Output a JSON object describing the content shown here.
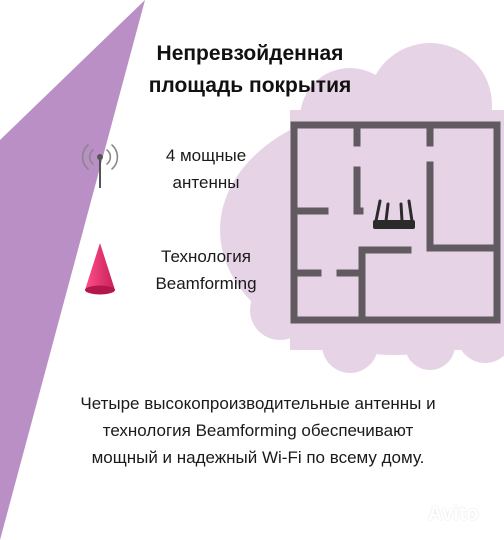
{
  "title": {
    "line1": "Непревзойденная",
    "line2": "площадь покрытия"
  },
  "features": [
    {
      "line1": "4 мощные",
      "line2": "антенны",
      "icon": "antenna-icon"
    },
    {
      "line1": "Технология",
      "line2": "Beamforming",
      "icon": "beamforming-cone-icon"
    }
  ],
  "description": {
    "line1": "Четыре высокопроизводительные антенны и",
    "line2": "технология Beamforming обеспечивают",
    "line3": "мощный и надежный Wi-Fi по всему дому."
  },
  "watermark": "Avito",
  "colors": {
    "triangle": "#b98fc6",
    "cloud": "#e6d4e6",
    "walls": "#625a61",
    "router": "#2b2b2b",
    "cone": "#e8306e"
  }
}
